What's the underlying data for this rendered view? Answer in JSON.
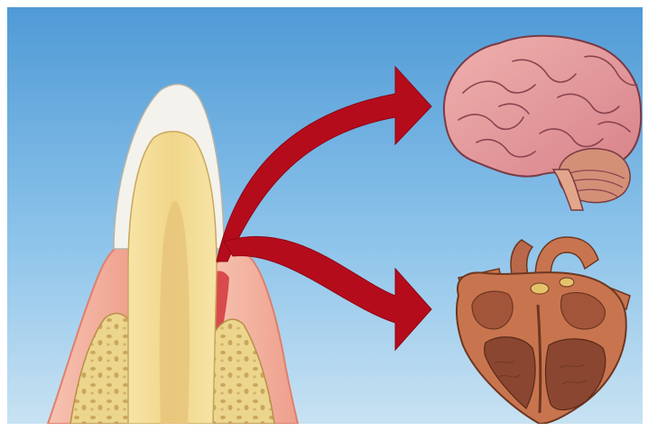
{
  "illustration": {
    "subjects": [
      "tooth-with-gum-infection",
      "brain",
      "heart"
    ],
    "arrows": [
      "tooth-to-brain",
      "tooth-to-heart"
    ]
  },
  "colors": {
    "background_top": "#4f9ad6",
    "background_bottom": "#c8e2f2",
    "arrow": "#b50c1c",
    "gum": "#f4b3a1",
    "gum_edge": "#e07f6d",
    "bone": "#ecd58c",
    "dentin": "#f3dd96",
    "enamel": "#f4f2ec",
    "brain": "#e79a9b",
    "heart": "#c8754f"
  }
}
